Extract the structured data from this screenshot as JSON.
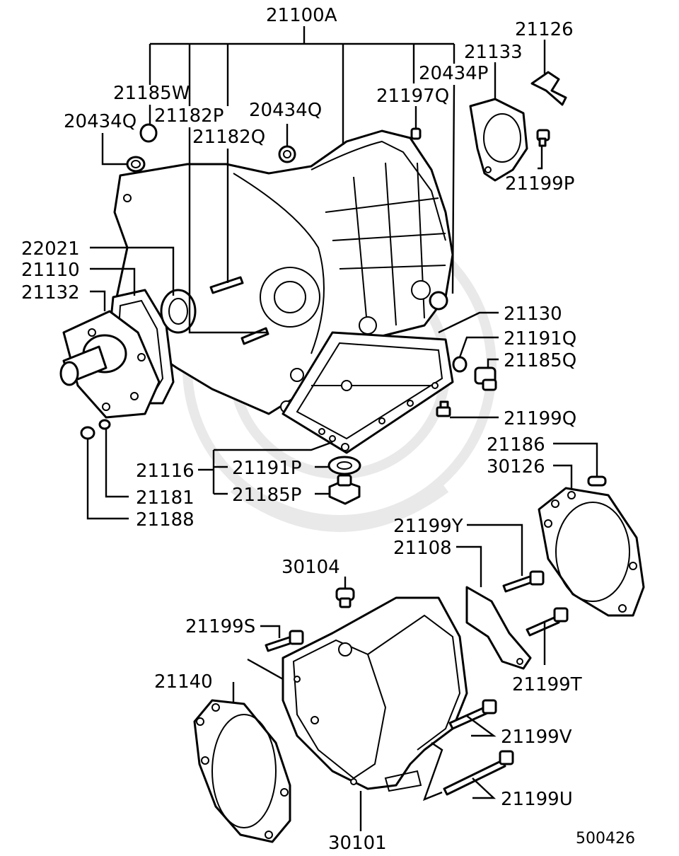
{
  "diagram_id": "500426",
  "labels": [
    {
      "id": "l-21100a",
      "text": "21100A"
    },
    {
      "id": "l-21126",
      "text": "21126"
    },
    {
      "id": "l-21133",
      "text": "21133"
    },
    {
      "id": "l-20434p",
      "text": "20434P"
    },
    {
      "id": "l-21185w",
      "text": "21185W"
    },
    {
      "id": "l-21197q",
      "text": "21197Q"
    },
    {
      "id": "l-21182p",
      "text": "21182P"
    },
    {
      "id": "l-20434q-a",
      "text": "20434Q"
    },
    {
      "id": "l-20434q-b",
      "text": "20434Q"
    },
    {
      "id": "l-21182q",
      "text": "21182Q"
    },
    {
      "id": "l-21199p",
      "text": "21199P"
    },
    {
      "id": "l-22021",
      "text": "22021"
    },
    {
      "id": "l-21110",
      "text": "21110"
    },
    {
      "id": "l-21132",
      "text": "21132"
    },
    {
      "id": "l-21130",
      "text": "21130"
    },
    {
      "id": "l-21191q",
      "text": "21191Q"
    },
    {
      "id": "l-21185q",
      "text": "21185Q"
    },
    {
      "id": "l-21199q",
      "text": "21199Q"
    },
    {
      "id": "l-21186",
      "text": "21186"
    },
    {
      "id": "l-30126",
      "text": "30126"
    },
    {
      "id": "l-21116",
      "text": "21116"
    },
    {
      "id": "l-21191p",
      "text": "21191P"
    },
    {
      "id": "l-21181",
      "text": "21181"
    },
    {
      "id": "l-21185p",
      "text": "21185P"
    },
    {
      "id": "l-21188",
      "text": "21188"
    },
    {
      "id": "l-21199y",
      "text": "21199Y"
    },
    {
      "id": "l-21108",
      "text": "21108"
    },
    {
      "id": "l-30104",
      "text": "30104"
    },
    {
      "id": "l-21199s",
      "text": "21199S"
    },
    {
      "id": "l-21199t",
      "text": "21199T"
    },
    {
      "id": "l-21140",
      "text": "21140"
    },
    {
      "id": "l-21199v",
      "text": "21199V"
    },
    {
      "id": "l-21199u",
      "text": "21199U"
    },
    {
      "id": "l-30101",
      "text": "30101"
    }
  ]
}
